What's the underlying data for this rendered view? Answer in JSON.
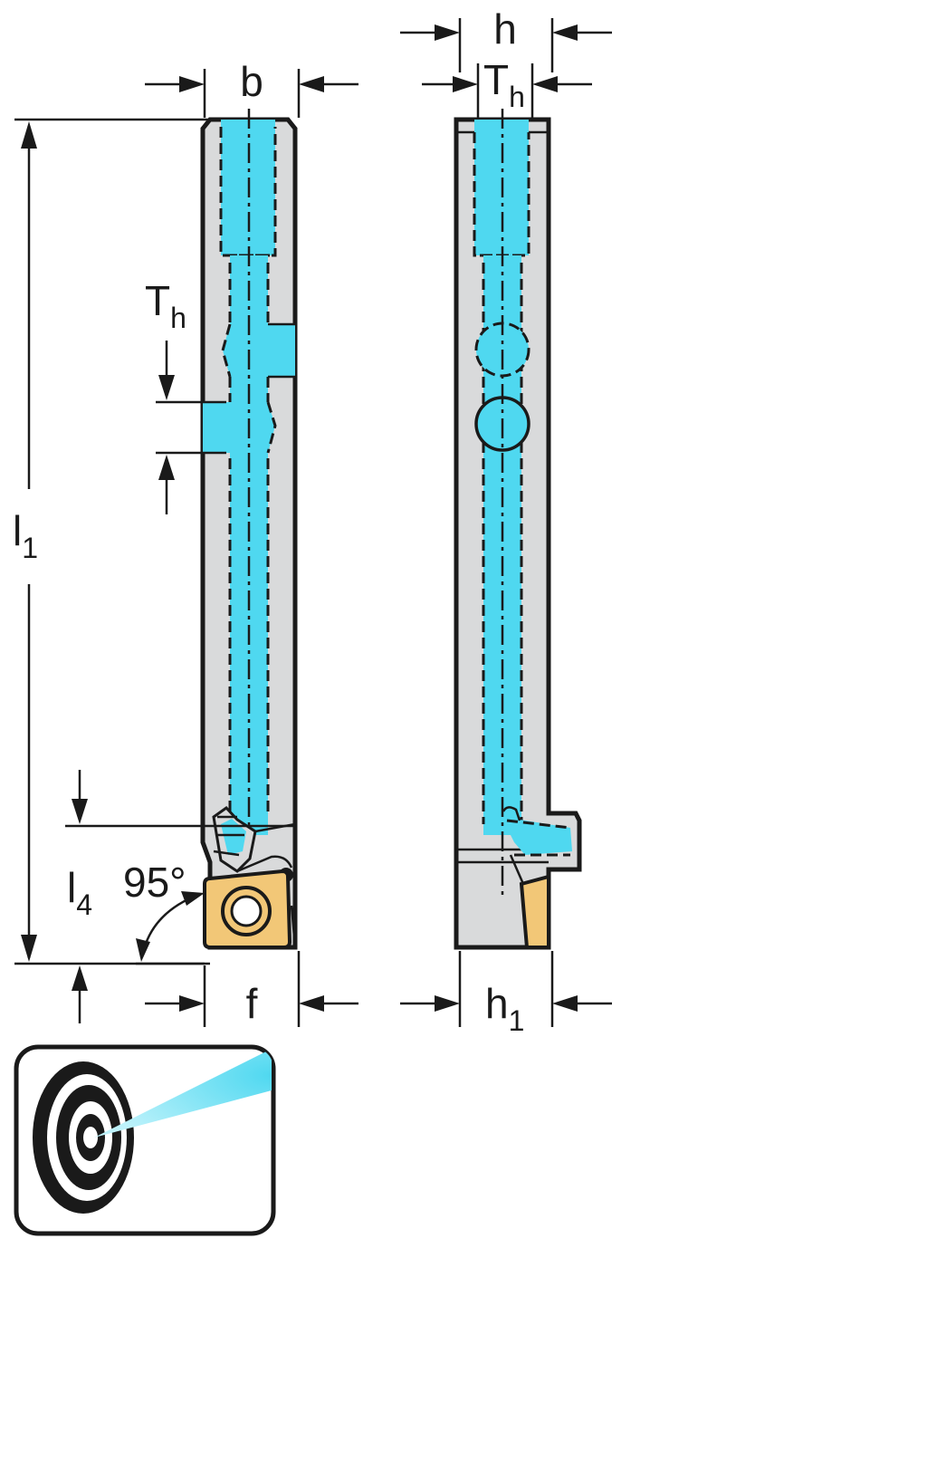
{
  "colors": {
    "coolant": "#4fd8f0",
    "body": "#d9dadb",
    "insert": "#f2c777",
    "line": "#1a1a1a"
  },
  "views": {
    "front": {
      "name": "front-view"
    },
    "side": {
      "name": "side-view"
    }
  },
  "dimensions": {
    "b": "b",
    "f": "f",
    "h": "h",
    "h1_base": "h",
    "h1_sub": "1",
    "l1_base": "l",
    "l1_sub": "1",
    "l4_base": "l",
    "l4_sub": "4",
    "th_base": "T",
    "th_sub": "h",
    "angle": "95°"
  },
  "icon": {
    "name": "precision-coolant-target-icon"
  }
}
